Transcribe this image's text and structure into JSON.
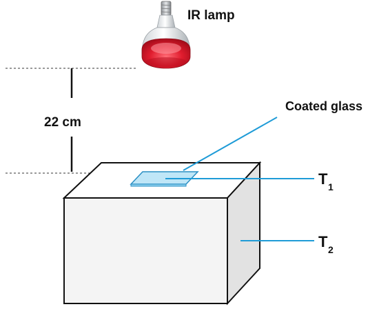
{
  "labels": {
    "lamp": "IR lamp",
    "distance": "22 cm",
    "coated_glass": "Coated glass",
    "t1_main": "T",
    "t1_sub": "1",
    "t2_main": "T",
    "t2_sub": "2"
  },
  "colors": {
    "leader_line": "#1e9bd7",
    "glass_fill": "#bfe6f7",
    "glass_edge": "#2a8fc4",
    "lamp_bulb": "#d8182a",
    "box_stroke": "#111111",
    "box_side": "#e2e2e2",
    "box_front": "#f4f4f4"
  },
  "icons": {
    "lamp": "ir-lamp-icon"
  }
}
